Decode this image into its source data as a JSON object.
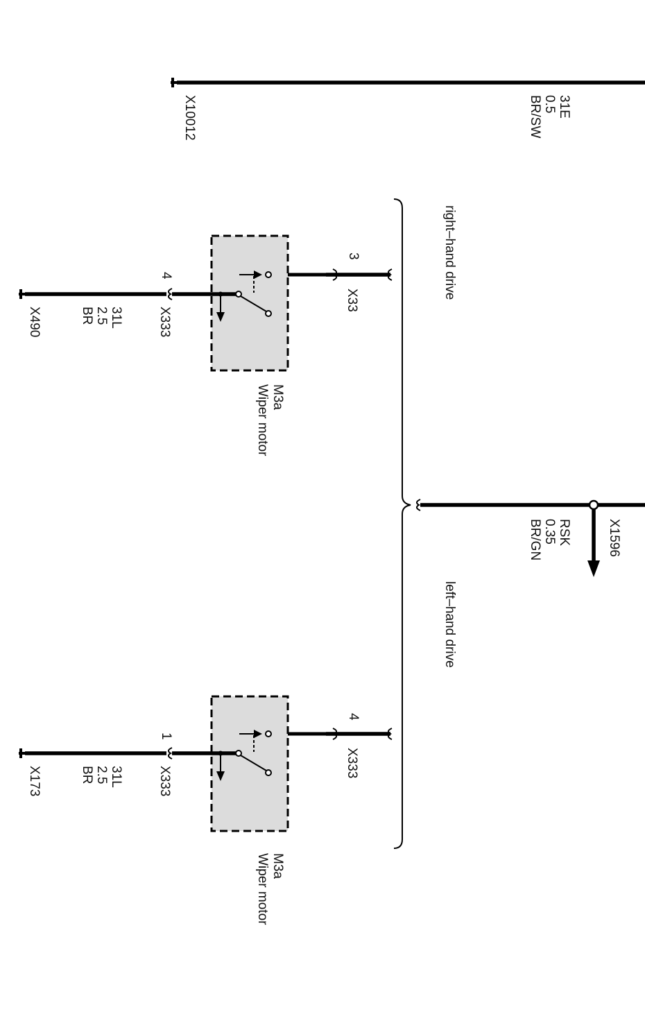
{
  "top_wire": {
    "connector": "X10012",
    "code": "31E",
    "size": "0.5",
    "color": "BR/SW"
  },
  "splice": {
    "connector": "X1596",
    "code": "RSK",
    "size": "0.35",
    "color": "BR/GN"
  },
  "variants": {
    "right_hand": {
      "label": "right–hand drive",
      "pin_in": "3",
      "conn_in": "X33",
      "pin_out": "4",
      "conn_out": "X333",
      "wire_code": "31L",
      "wire_size": "2.5",
      "wire_color": "BR",
      "ground": "X490",
      "component_id": "M3a",
      "component_name": "Wiper motor"
    },
    "left_hand": {
      "label": "left–hand drive",
      "pin_in": "4",
      "conn_in": "X333",
      "pin_out": "1",
      "conn_out": "X333",
      "wire_code": "31L",
      "wire_size": "2.5",
      "wire_color": "BR",
      "ground": "X173",
      "component_id": "M3a",
      "component_name": "Wiper motor"
    }
  }
}
